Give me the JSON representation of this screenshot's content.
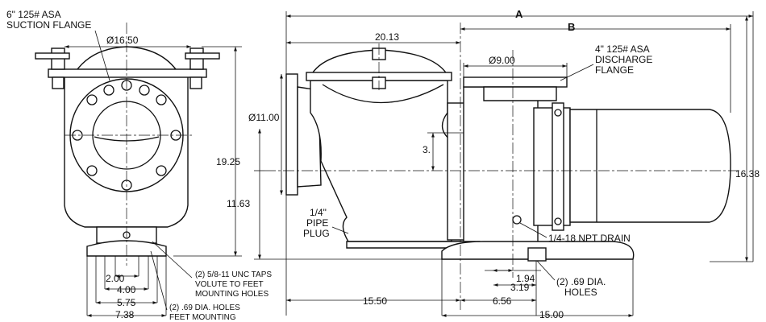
{
  "drawing": {
    "labels": {
      "suction_flange_1": "6\" 125# ASA",
      "suction_flange_2": "SUCTION FLANGE",
      "dia_16_50": "Ø16.50",
      "dim_19_25": "19.25",
      "dim_11_63": "11.63",
      "dia_11_00": "Ø11.00",
      "dim_20_13": "20.13",
      "dim_A": "A",
      "dim_B": "B",
      "dia_9_00": "Ø9.00",
      "discharge_flange_1": "4\" 125# ASA",
      "discharge_flange_2": "DISCHARGE",
      "discharge_flange_3": "FLANGE",
      "dim_3": "3.",
      "dim_16_38": "16.38",
      "pipe_plug_1": "1/4\"",
      "pipe_plug_2": "PIPE",
      "pipe_plug_3": "PLUG",
      "npt_drain": "1/4-18 NPT DRAIN",
      "unc_taps_1": "(2) 5/8-11 UNC TAPS",
      "unc_taps_2": "VOLUTE TO FEET",
      "unc_taps_3": "MOUNTING HOLES",
      "feet_holes_1": "(2) .69 DIA. HOLES",
      "feet_holes_2": "FEET MOUNTING",
      "dim_2_00": "2.00",
      "dim_4_00": "4.00",
      "dim_5_75": "5.75",
      "dim_7_38": "7.38",
      "dim_1_94": "1.94",
      "dim_3_19": "3.19",
      "dim_6_56": "6.56",
      "dim_15_50": "15.50",
      "dim_15_00": "15.00",
      "dia_holes_1": "(2) .69 DIA.",
      "dia_holes_2": "HOLES"
    }
  }
}
